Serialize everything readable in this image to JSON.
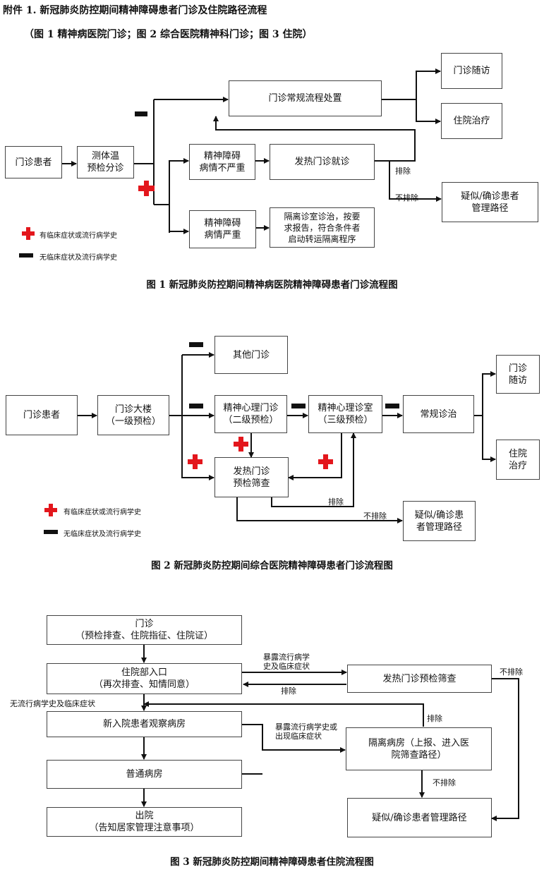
{
  "header": {
    "title": "附件 1. 新冠肺炎防控期间精神障碍患者门诊及住院路径流程",
    "subtitle": "（图 1 精神病医院门诊；图 2 综合医院精神科门诊；图 3 住院）"
  },
  "legend": {
    "red": "有临床症状或流行病学史",
    "black": "无临床症状及流行病学史"
  },
  "colors": {
    "red_cross": "#e3161c",
    "line": "#111111",
    "box_border": "#444444"
  },
  "fig1": {
    "caption": "图 1 新冠肺炎防控期间精神病医院精神障碍患者门诊流程图",
    "patient": "门诊患者",
    "triage": "测体温\n预检分诊",
    "routine": "门诊常规流程处置",
    "followup": "门诊随访",
    "inpatient": "住院治疗",
    "mild": "精神障碍\n病情不严重",
    "fever": "发热门诊就诊",
    "severe": "精神障碍\n病情严重",
    "isolation": "隔离诊室诊治，按要\n求报告，符合条件者\n启动转运隔离程序",
    "suspect": "疑似/确诊患者\n管理路径",
    "exclude": "排除",
    "not_exclude": "不排除"
  },
  "fig2": {
    "caption": "图 2 新冠肺炎防控期间综合医院精神障碍患者门诊流程图",
    "patient": "门诊患者",
    "building": "门诊大楼\n（一级预检）",
    "other": "其他门诊",
    "clinic": "精神心理门诊\n（二级预检）",
    "room": "精神心理诊室\n（三级预检）",
    "routine": "常规诊治",
    "followup": "门诊\n随访",
    "inpatient": "住院\n治疗",
    "fever": "发热门诊\n预检筛查",
    "suspect": "疑似/确诊患\n者管理路径",
    "exclude": "排除",
    "not_exclude": "不排除"
  },
  "fig3": {
    "caption": "图 3 新冠肺炎防控期间精神障碍患者住院流程图",
    "outpatient": "门诊\n（预检排查、住院指征、住院证）",
    "entrance": "住院部入口\n（再次排查、知情同意）",
    "fever": "发热门诊预检筛查",
    "observe": "新入院患者观察病房",
    "ward": "普通病房",
    "isolation": "隔离病房（上报、进入医\n院筛查路径）",
    "discharge": "出院\n（告知居家管理注意事项）",
    "suspect": "疑似/确诊患者管理路径",
    "exposure1": "暴露流行病学\n史及临床症状",
    "exclude": "排除",
    "no_history": "无流行病学史及临床症状",
    "exposure2": "暴露流行病学史或\n出现临床症状",
    "exclude2": "排除",
    "not_exclude": "不排除",
    "not_exclude2": "不排除"
  }
}
